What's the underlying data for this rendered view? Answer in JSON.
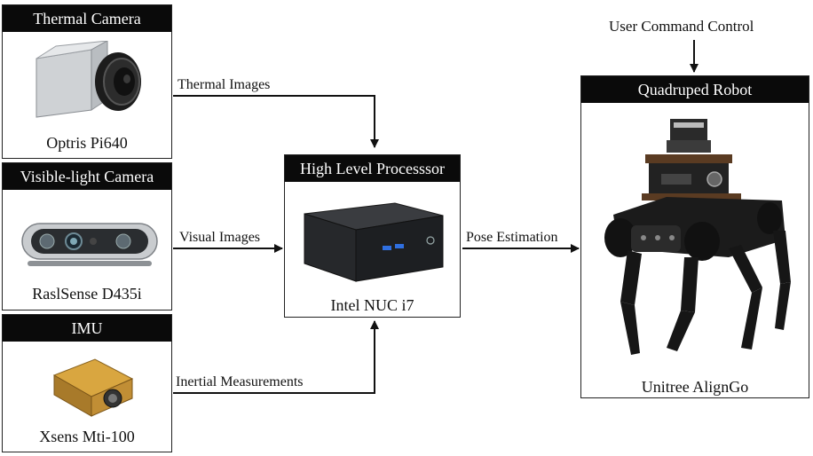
{
  "sensors": [
    {
      "header": "Thermal Camera",
      "caption": "Optris Pi640",
      "icon": "thermal-camera-icon"
    },
    {
      "header": "Visible-light Camera",
      "caption": "RaslSense D435i",
      "icon": "depth-camera-icon"
    },
    {
      "header": "IMU",
      "caption": "Xsens Mti-100",
      "icon": "imu-sensor-icon"
    }
  ],
  "processor": {
    "header": "High Level Processsor",
    "caption": "Intel NUC i7",
    "icon": "mini-pc-icon"
  },
  "robot": {
    "header": "Quadruped Robot",
    "caption": "Unitree AlignGo",
    "icon": "quadruped-robot-icon"
  },
  "links": {
    "thermal": "Thermal Images",
    "visual": "Visual Images",
    "inertial": "Inertial Measurements",
    "pose": "Pose Estimation",
    "user": "User Command Control"
  },
  "colors": {
    "header_bg": "#0a0a0a",
    "header_text": "#ffffff",
    "line": "#111111"
  }
}
